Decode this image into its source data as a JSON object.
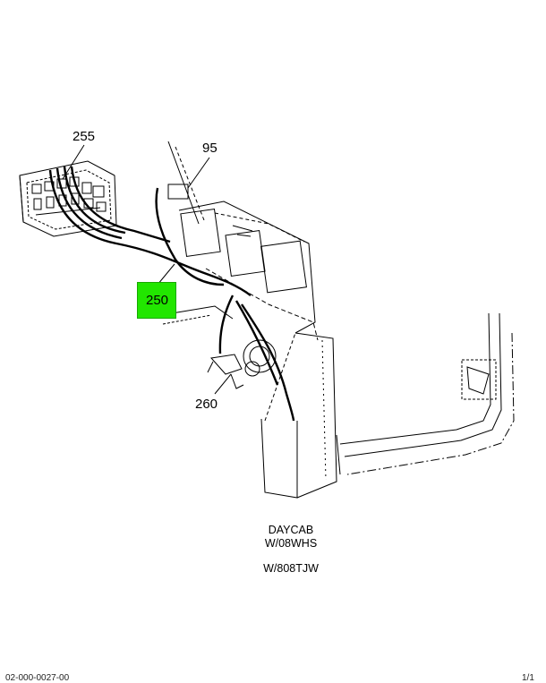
{
  "callouts": {
    "c255": "255",
    "c95": "95",
    "c250": "250",
    "c260": "260"
  },
  "highlight_color": "#22e600",
  "captions": {
    "line1": "DAYCAB",
    "line2": "W/08WHS",
    "line3": "W/808TJW"
  },
  "footer": {
    "left": "02-000-0027-00",
    "right": "1/1"
  }
}
